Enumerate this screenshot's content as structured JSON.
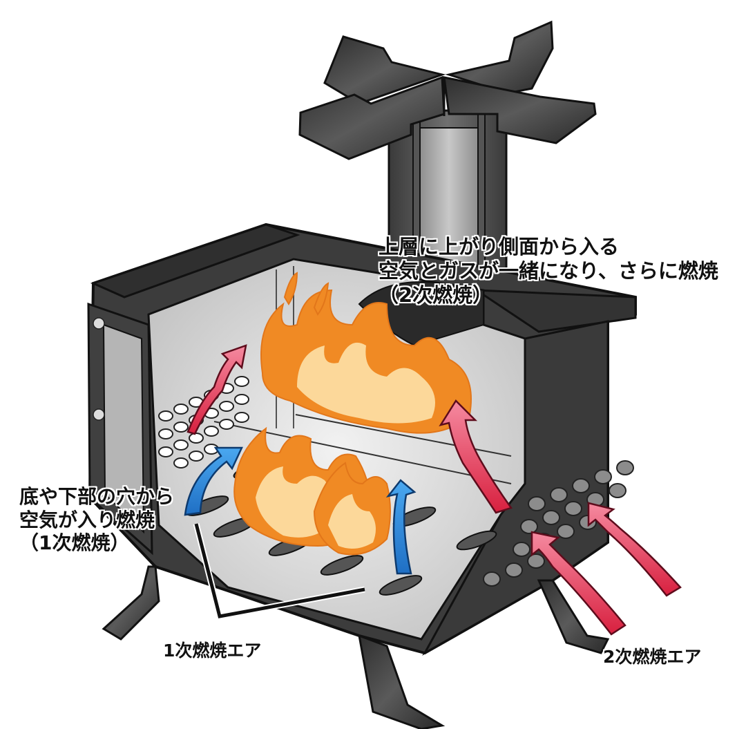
{
  "diagram": {
    "subject": "Twin-fire wood stove cross-section (1次燃焼 / 2次燃焼)",
    "colors": {
      "steel_dark": "#3a3a3a",
      "steel_mid": "#6a6a6a",
      "interior_light": "#d9d9d9",
      "flame_outer": "#f08a24",
      "flame_inner": "#fcd89a",
      "primary_air_arrow": "#2a86d8",
      "secondary_air_arrow": "#e0304f",
      "secondary_air_arrow_light": "#f47a92",
      "text": "#111111",
      "background": "#ffffff"
    },
    "components": [
      "chimney-pot-support-cross",
      "chimney-pipe",
      "combustion-chamber",
      "left-perforated-wall",
      "right-perforated-wall",
      "floor-air-slots",
      "upper-flames",
      "lower-flames",
      "stove-legs"
    ]
  },
  "labels": {
    "secondary_combustion": {
      "line1": "上層に上がり側面から入る",
      "line2": "空気とガスが一緒になり、さらに燃焼",
      "line3": "（2次燃焼）"
    },
    "primary_combustion": {
      "line1": "底や下部の穴から",
      "line2": "空気が入り燃焼",
      "line3": "（1次燃焼）"
    },
    "primary_air_caption": "1次燃焼エア",
    "secondary_air_caption": "2次燃焼エア"
  }
}
